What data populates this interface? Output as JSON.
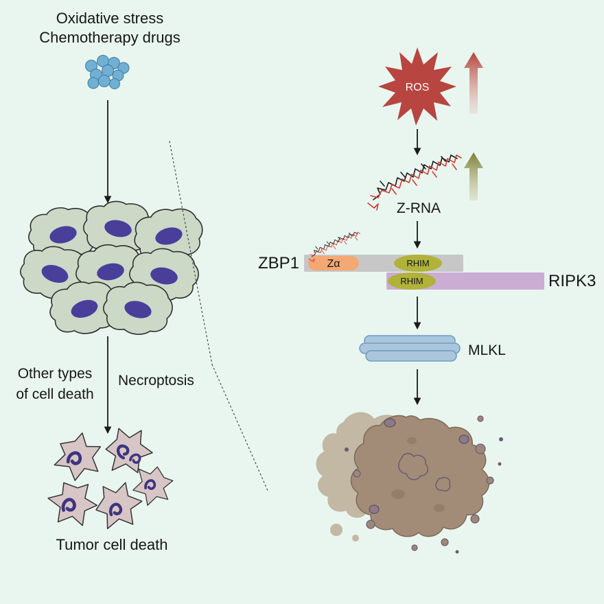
{
  "colors": {
    "background": "#e9f6f0",
    "cell_fill": "#cbd9c6",
    "nucleus_fill": "#4a3e9b",
    "drug_dot_fill": "#6fb0d4",
    "ros_red": "#b8453f",
    "zbp1_bar_gray": "#c7c7c7",
    "za_orange": "#f4a873",
    "rhim_olive": "#b0b23a",
    "ripk3_purple": "#cbadd3",
    "mlkl_blue": "#a9c6dd",
    "dead_fragment_fill": "#d8c6c6",
    "necrotic_brown": "#a28c77"
  },
  "left_panel": {
    "stimulus": {
      "line1": "Oxidative stress",
      "line2": "Chemotherapy drugs"
    },
    "branch": {
      "other_line1": "Other types",
      "other_line2": "of cell death",
      "necroptosis": "Necroptosis"
    },
    "outcome": "Tumor cell death"
  },
  "pathway": {
    "ros": "ROS",
    "zrna": "Z-RNA",
    "zbp1": "ZBP1",
    "za_domain": "Zα",
    "zbp1_rhim": "RHIM",
    "ripk3_rhim": "RHIM",
    "ripk3": "RIPK3",
    "mlkl": "MLKL"
  }
}
